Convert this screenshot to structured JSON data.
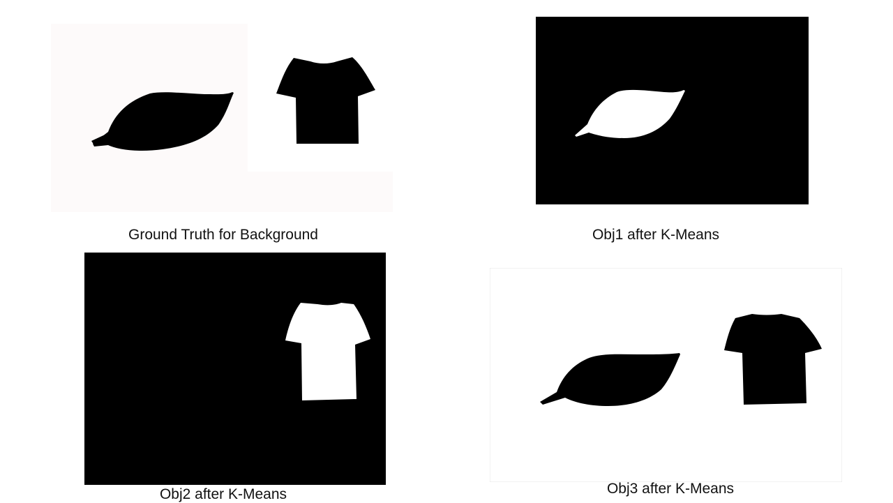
{
  "panels": [
    {
      "id": "ground-truth",
      "caption": "Ground Truth for Background",
      "background": "#ffffff",
      "foreground": "#000000",
      "objects": [
        "leaf",
        "t-shirt"
      ]
    },
    {
      "id": "obj1",
      "caption": "Obj1 after K-Means",
      "background": "#000000",
      "foreground": "#ffffff",
      "objects": [
        "leaf"
      ]
    },
    {
      "id": "obj2",
      "caption": "Obj2 after K-Means",
      "background": "#000000",
      "foreground": "#ffffff",
      "objects": [
        "t-shirt"
      ]
    },
    {
      "id": "obj3",
      "caption": "Obj3 after K-Means",
      "background": "#ffffff",
      "foreground": "#000000",
      "objects": [
        "leaf",
        "t-shirt"
      ]
    }
  ]
}
